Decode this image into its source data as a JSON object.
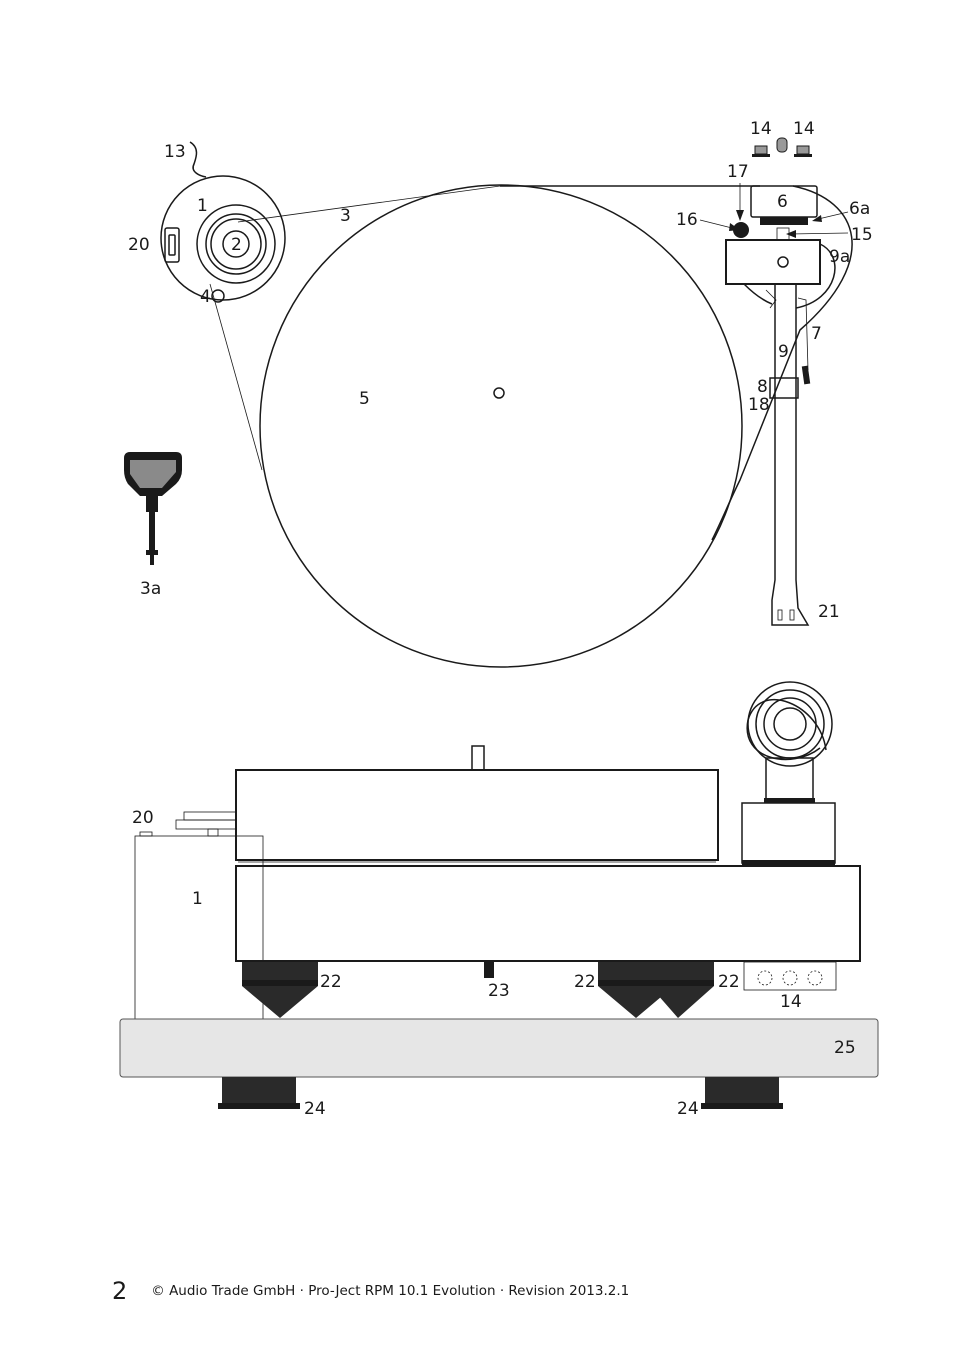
{
  "top_view": {
    "labels": {
      "1": "1",
      "2": "2",
      "3": "3",
      "3a": "3a",
      "4": "4",
      "5": "5",
      "6": "6",
      "6a": "6a",
      "7": "7",
      "8": "8",
      "9": "9",
      "9a": "9a",
      "13": "13",
      "14a": "14",
      "14b": "14",
      "15": "15",
      "16": "16",
      "17": "17",
      "18": "18",
      "20": "20",
      "21": "21"
    }
  },
  "side_view": {
    "labels": {
      "1": "1",
      "14": "14",
      "20": "20",
      "22a": "22",
      "22b": "22",
      "22c": "22",
      "23": "23",
      "24a": "24",
      "24b": "24",
      "25": "25"
    }
  },
  "footer": {
    "page_number": "2",
    "copyright": "© Audio Trade GmbH · Pro-Ject RPM 10.1 Evolution · Revision 2013.2.1"
  }
}
